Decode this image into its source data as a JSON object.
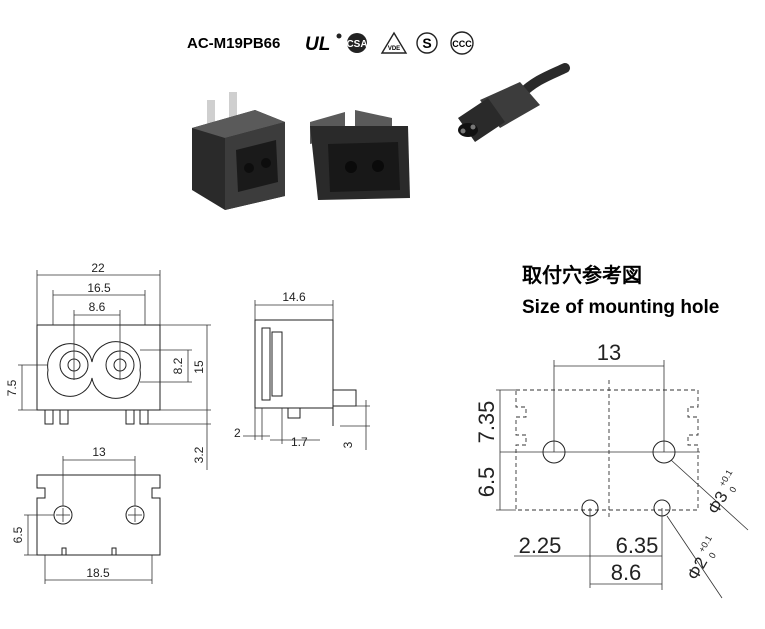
{
  "header": {
    "model": "AC-M19PB66",
    "cert_marks": [
      "UL",
      "CSA",
      "VDE",
      "S",
      "CCC"
    ]
  },
  "mounting": {
    "title_cn": "取付穴参考図",
    "title_en": "Size of mounting hole",
    "dims": {
      "width": "13",
      "upper": "7.35",
      "lower": "6.5",
      "left_offset": "2.25",
      "pin_offset": "6.35",
      "pin_span": "8.6",
      "hole_large": "Φ3",
      "hole_large_tol_upper": "+0.1",
      "hole_large_tol_lower": "0",
      "hole_small": "Φ2",
      "hole_small_tol_upper": "+0.1",
      "hole_small_tol_lower": "0"
    }
  },
  "front_view": {
    "dims": {
      "overall": "22",
      "mid": "16.5",
      "inner": "8.6",
      "height_left": "7.5",
      "height_inner": "8.2",
      "height_total": "15",
      "pin_depth": "3.2"
    }
  },
  "side_view": {
    "dims": {
      "depth": "14.6",
      "flange": "2",
      "step": "1.7",
      "pin": "3"
    }
  },
  "bottom_view": {
    "dims": {
      "pitch": "13",
      "offset": "6.5",
      "width": "18.5"
    }
  }
}
